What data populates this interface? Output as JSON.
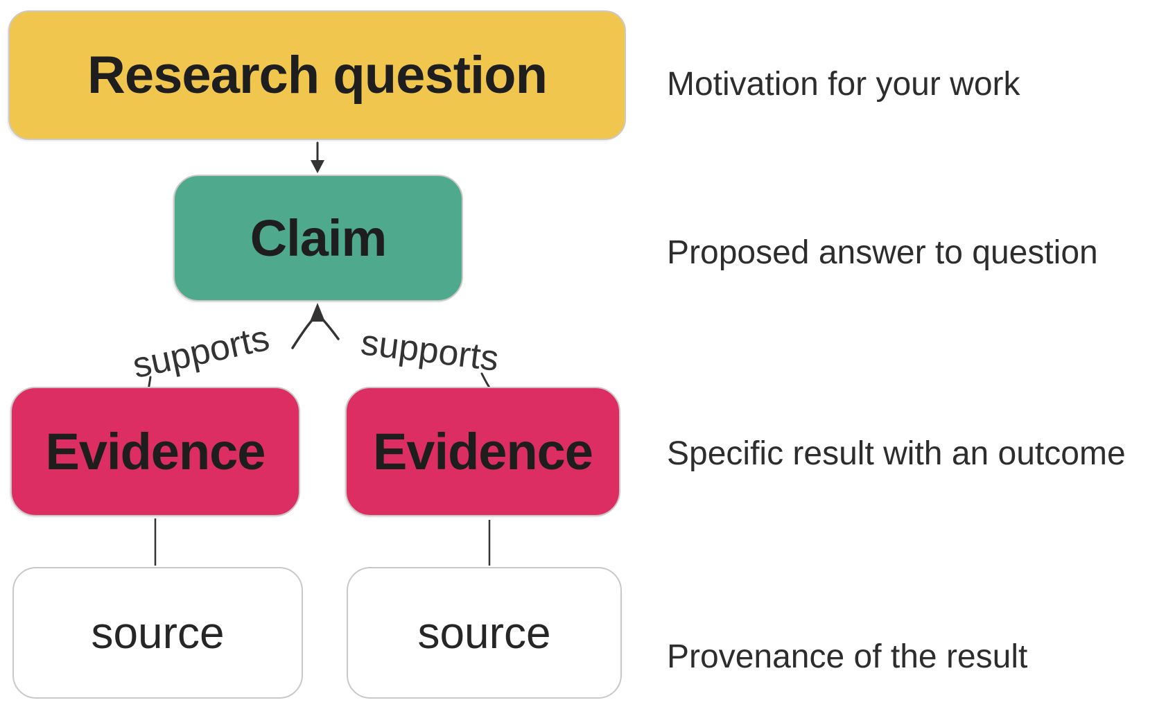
{
  "diagram": {
    "title_context": "Research claim structure diagram",
    "nodes": {
      "research_question": {
        "label": "Research question",
        "fill": "#F1C64F",
        "text_color": "#1e1e1e"
      },
      "claim": {
        "label": "Claim",
        "fill": "#4FA98C",
        "text_color": "#1e1e1e"
      },
      "evidence_left": {
        "label": "Evidence",
        "fill": "#DC2E62",
        "text_color": "#1e1e1e"
      },
      "evidence_right": {
        "label": "Evidence",
        "fill": "#DC2E62",
        "text_color": "#1e1e1e"
      },
      "source_left": {
        "label": "source",
        "fill": "#ffffff",
        "text_color": "#262626"
      },
      "source_right": {
        "label": "source",
        "fill": "#ffffff",
        "text_color": "#262626"
      }
    },
    "edges": {
      "supports_left_label": "supports",
      "supports_right_label": "supports"
    },
    "annotations": {
      "research_question": "Motivation for your work",
      "claim": "Proposed answer to question",
      "evidence": "Specific result with an outcome",
      "source": "Provenance of the result"
    },
    "colors": {
      "background": "#ffffff",
      "yellow": "#F1C64F",
      "green": "#4FA98C",
      "pink": "#DC2E62",
      "line": "#333333",
      "box_border": "#cbc8c5",
      "source_border": "#c8c8c8"
    }
  }
}
